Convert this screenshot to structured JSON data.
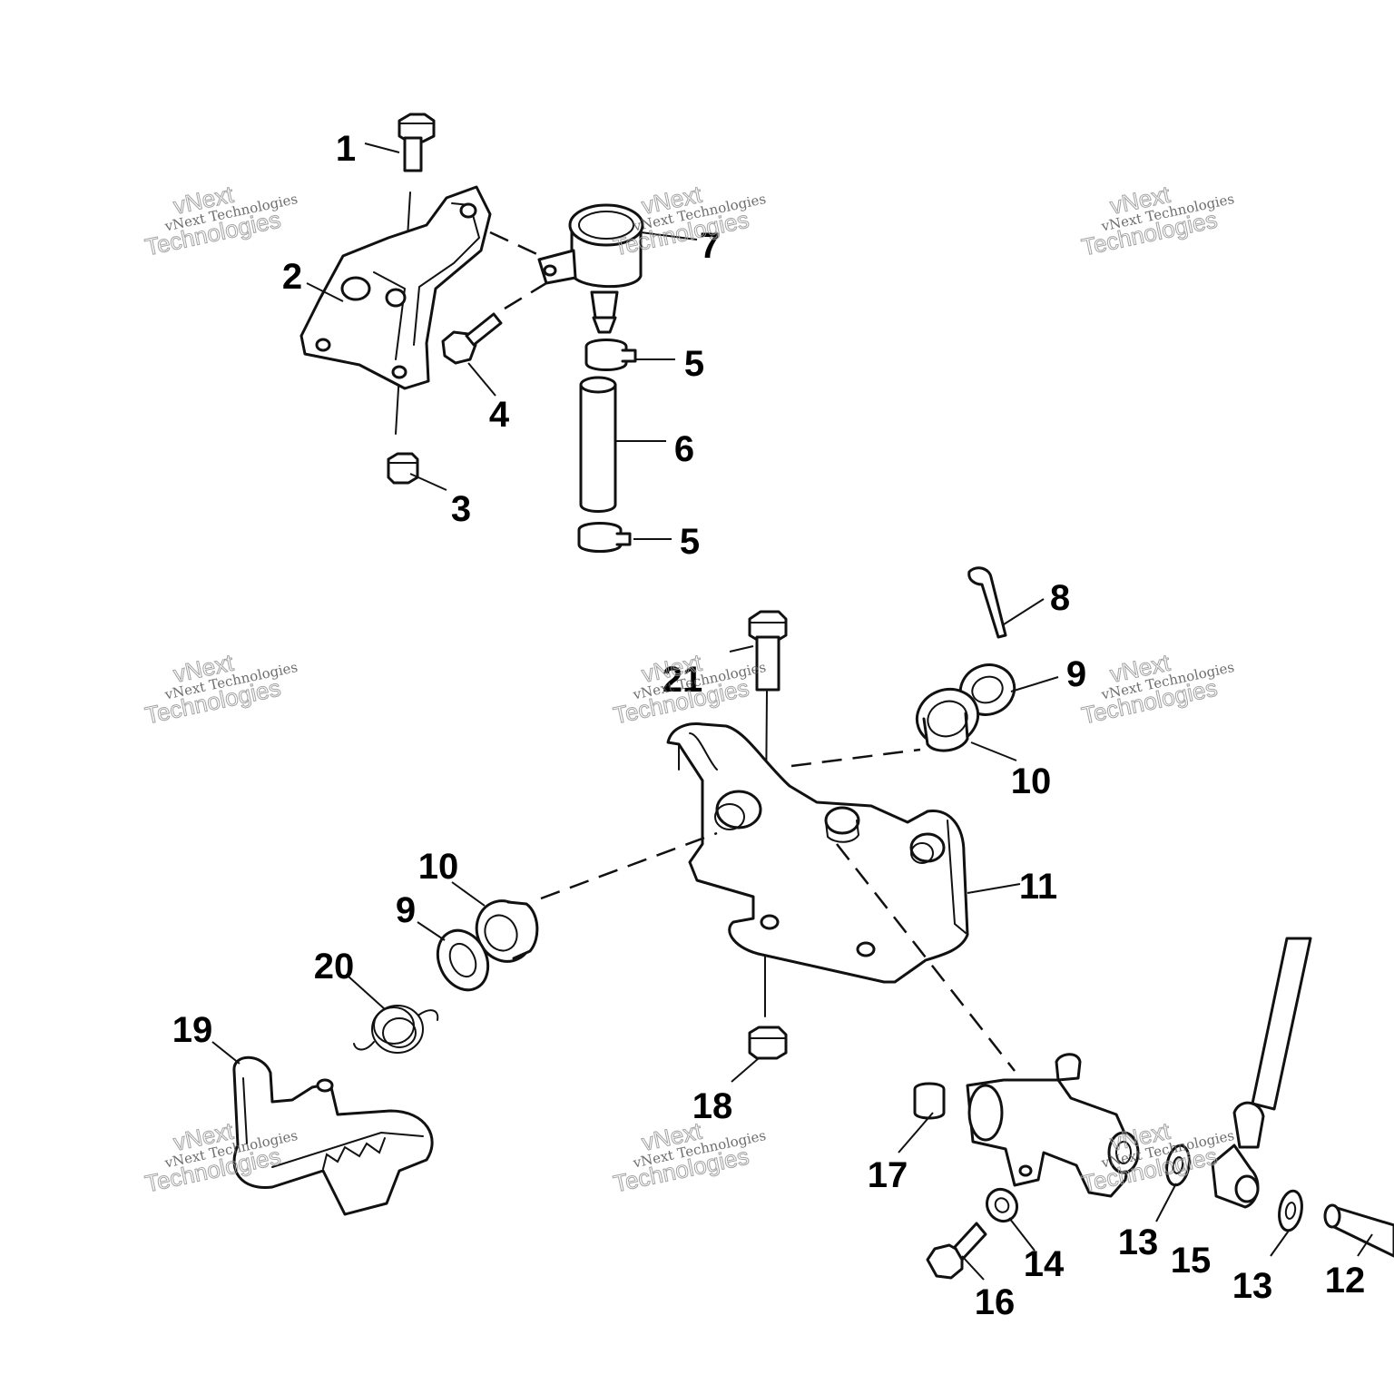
{
  "callouts": {
    "c1": "1",
    "c2": "2",
    "c3": "3",
    "c4": "4",
    "c5a": "5",
    "c5b": "5",
    "c6": "6",
    "c7": "7",
    "c8": "8",
    "c9a": "9",
    "c9b": "9",
    "c10a": "10",
    "c10b": "10",
    "c11": "11",
    "c12": "12",
    "c13a": "13",
    "c13b": "13",
    "c14": "14",
    "c15": "15",
    "c16": "16",
    "c17": "17",
    "c18": "18",
    "c19": "19",
    "c20": "20",
    "c21": "21"
  },
  "watermark": {
    "line1": "vNext Technologies",
    "line2": "vNext",
    "line3": "Technologies"
  }
}
